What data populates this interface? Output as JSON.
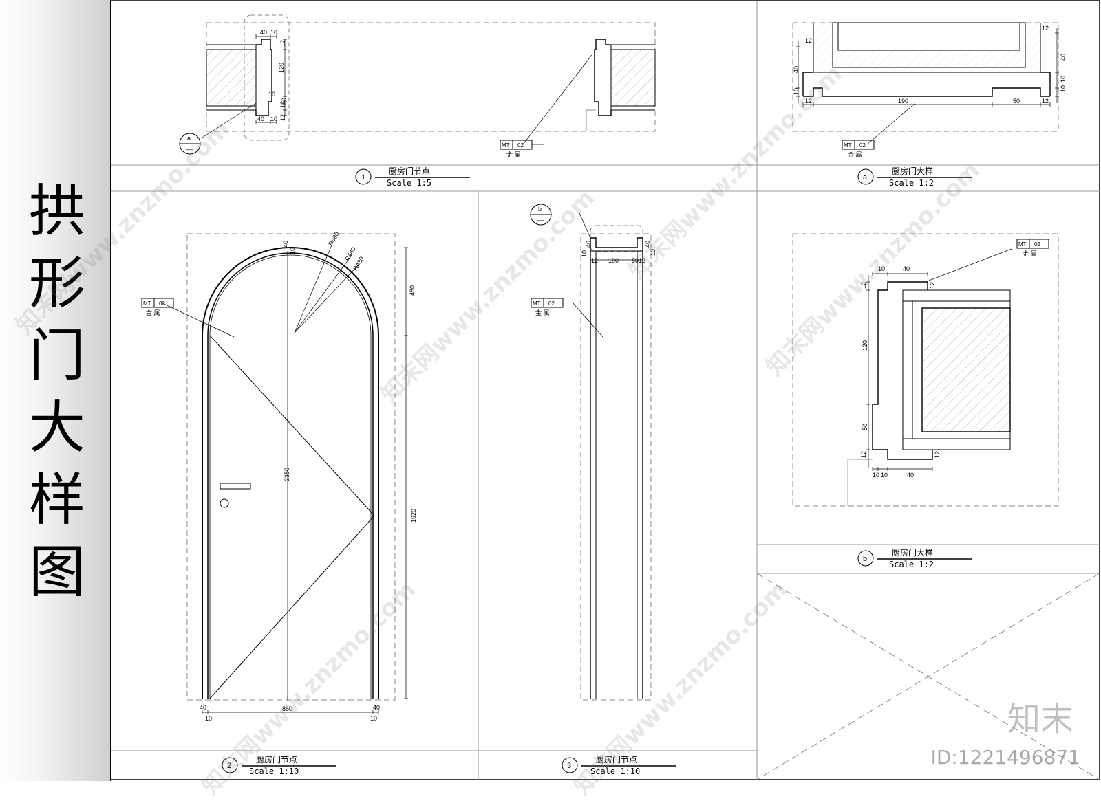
{
  "sheet_title": "拱形门大样图",
  "panels": {
    "p1": {
      "num": "1",
      "name": "厨房门节点",
      "scale": "Scale  1:5"
    },
    "pa": {
      "num": "a",
      "name": "厨房门大样",
      "scale": "Scale  1:2"
    },
    "p2": {
      "num": "2",
      "name": "厨房门节点",
      "scale": "Scale  1:10"
    },
    "p3": {
      "num": "3",
      "name": "厨房门节点",
      "scale": "Scale  1:10"
    },
    "pb": {
      "num": "b",
      "name": "厨房门大样",
      "scale": "Scale  1:2"
    }
  },
  "material_tag": {
    "code": "MT",
    "num": "02",
    "name": "金 属"
  },
  "callouts": {
    "a": "a",
    "b": "b",
    "dash": "—"
  },
  "dims": {
    "p1": {
      "d40a": "40",
      "d10a": "10",
      "d12a": "12",
      "d120": "120",
      "d10b": "10",
      "d12b": "12",
      "d50": "50",
      "d40b": "40",
      "d10c": "10",
      "d12c": "12"
    },
    "pa": {
      "d12a": "12",
      "d40a": "40",
      "d10a": "10",
      "d12b": "12",
      "d190": "190",
      "d50": "50",
      "d12c": "12",
      "d12d": "12",
      "d40b": "40",
      "d10b": "10",
      "d10c": "10",
      "d12e": "12"
    },
    "p2": {
      "r480": "R480",
      "r440": "R440",
      "r430": "R430",
      "d40top": "40",
      "d10top": "10",
      "d480": "480",
      "d1920": "1920",
      "d2350": "2350",
      "d40l": "40",
      "d10l": "10",
      "d860": "860",
      "d40r": "40",
      "d10r": "10"
    },
    "p3": {
      "d10a": "10",
      "d40a": "40",
      "d12a": "12",
      "d190": "190",
      "d50": "50",
      "d12b": "12",
      "d40b": "40",
      "d10b": "10"
    },
    "pb": {
      "d10a": "10",
      "d40a": "40",
      "d12a": "12",
      "d12b": "12",
      "d120": "120",
      "d50": "50",
      "d12c": "12",
      "d10b": "10",
      "d10c": "10",
      "d40b": "40",
      "d12d": "12"
    }
  },
  "watermark": {
    "text": "知末网www.znzmo.com",
    "logo": "知末",
    "id": "ID:1221496871"
  }
}
